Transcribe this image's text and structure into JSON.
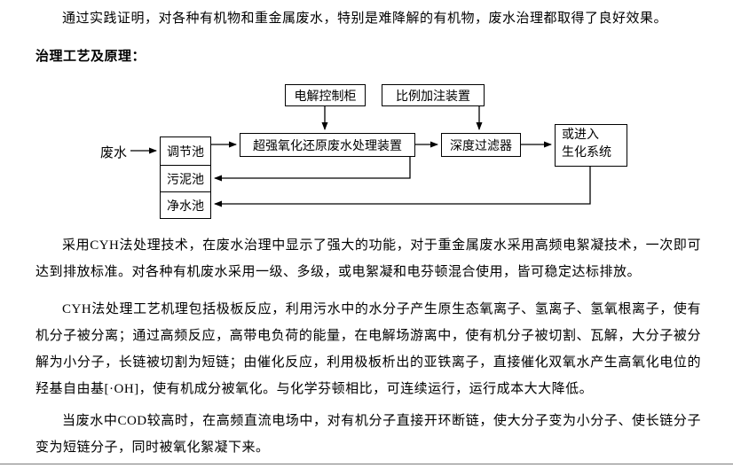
{
  "page": {
    "background": "#ffffff",
    "text_color": "#000000",
    "divider_color": "#7a7a7a"
  },
  "intro_paragraph": "通过实践证明，对各种有机物和重金属废水，特别是难降解的有机物，废水治理都取得了良好效果。",
  "section_heading": "治理工艺及原理：",
  "diagram": {
    "border_color": "#000000",
    "source_label": "废水",
    "boxes": {
      "control_cabinet": "电解控制柜",
      "dosing_device": "比例加注装置",
      "regulating_tank": "调节池",
      "sludge_tank": "污泥池",
      "clean_water_tank": "净水池",
      "oxidation_device": "超强氧化还原废水处理装置",
      "deep_filter": "深度过滤器",
      "bio_system_line1": "或进入",
      "bio_system_line2": "生化系统"
    }
  },
  "paragraphs": [
    "采用CYH法处理技术，在废水治理中显示了强大的功能，对于重金属废水采用高频电絮凝技术，一次即可达到排放标准。对各种有机废水采用一级、多级，或电絮凝和电芬顿混合使用，皆可稳定达标排放。",
    "CYH法处理工艺机理包括极板反应，利用污水中的水分子产生原生态氧离子、氢离子、氢氧根离子，使有机分子被分离；通过高频反应，高带电负荷的能量，在电解场游离中，使有机分子被切割、瓦解，大分子被分解为小分子，长链被切割为短链；由催化反应，利用极板析出的亚铁离子，直接催化双氧水产生高氧化电位的羟基自由基[·OH]，使有机成分被氧化。与化学芬顿相比，可连续运行，运行成本大大降低。",
    "当废水中COD较高时，在高频直流电场中，对有机分子直接开环断链，使大分子变为小分子、使长链分子变为短链分子，同时被氧化絮凝下来。"
  ]
}
